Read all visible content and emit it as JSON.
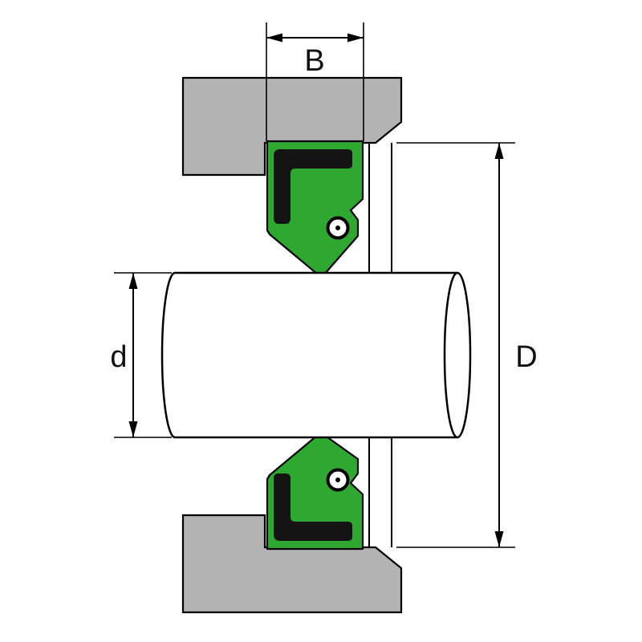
{
  "dimensions": {
    "width_label": "B",
    "shaft_diameter_label": "d",
    "outer_diameter_label": "D"
  },
  "colors": {
    "housing_gray": "#b3b3b3",
    "seal_green": "#2fa832",
    "insert_black": "#141414",
    "outline": "#000000",
    "background": "#ffffff"
  }
}
